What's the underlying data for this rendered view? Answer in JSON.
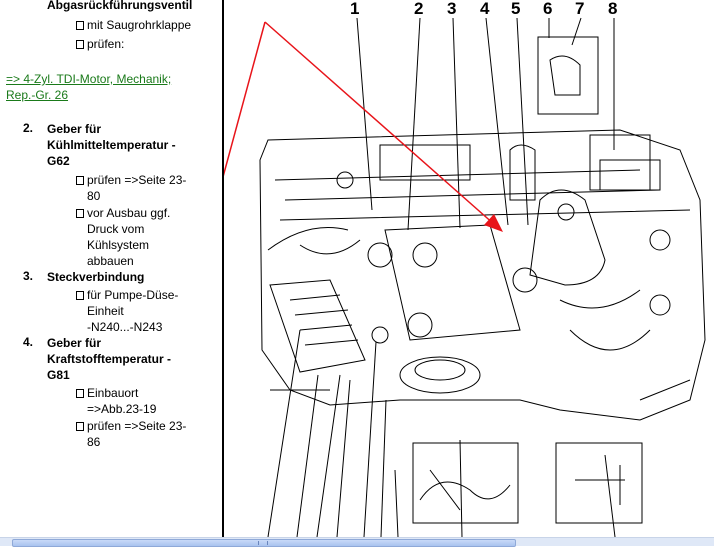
{
  "left_pane": {
    "heading_top": "Abgasrückführungsventil",
    "top_bullets": [
      "mit Saugrohrklappe",
      "prüfen:"
    ],
    "link_line1": "=> 4-Zyl. TDI-Motor, Mechanik;",
    "link_line2": "Rep.-Gr. 26",
    "items": [
      {
        "number": "2.",
        "title_lines": [
          "Geber für",
          "Kühlmitteltemperatur -",
          "G62"
        ],
        "bullets": [
          [
            "prüfen =>Seite 23-",
            "80"
          ],
          [
            "vor Ausbau ggf.",
            "Druck vom",
            "Kühlsystem",
            "abbauen"
          ]
        ]
      },
      {
        "number": "3.",
        "title_lines": [
          "Steckverbindung"
        ],
        "bullets": [
          [
            "für Pumpe-Düse-",
            "Einheit",
            "-N240...-N243"
          ]
        ]
      },
      {
        "number": "4.",
        "title_lines": [
          "Geber für",
          "Kraftstofftemperatur -",
          "G81"
        ],
        "bullets": [
          [
            "Einbauort",
            "=>Abb.23-19"
          ],
          [
            "prüfen =>Seite 23-",
            "86"
          ]
        ]
      }
    ]
  },
  "diagram": {
    "callouts": [
      "1",
      "2",
      "3",
      "4",
      "5",
      "6",
      "7",
      "8"
    ],
    "arrow_color": "#e8141a"
  }
}
